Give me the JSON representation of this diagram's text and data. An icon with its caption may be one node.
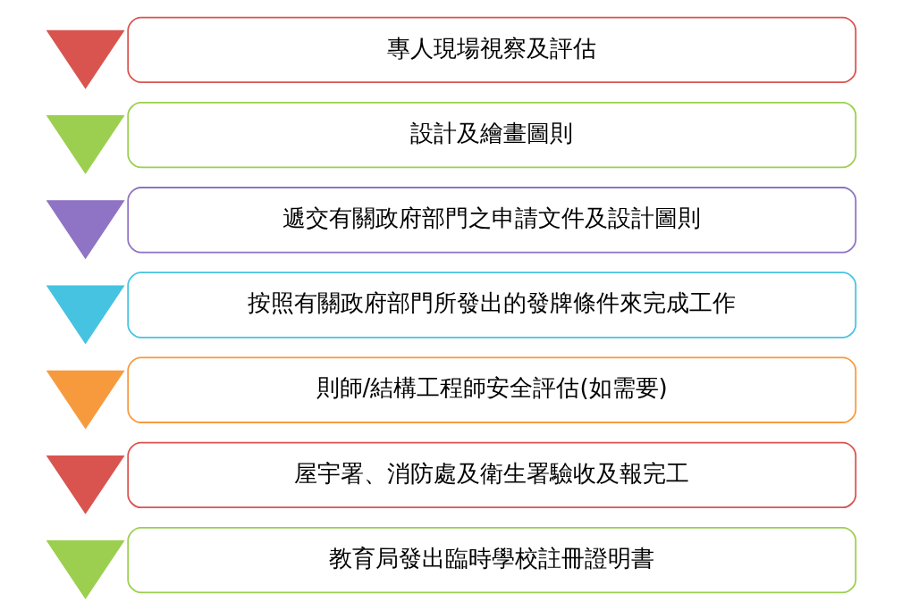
{
  "diagram": {
    "nodes": [
      {
        "text": [],
        "shape": "chevron"
      },
      {
        "text": [
          "專人現場視察及評估"
        ]
      },
      {
        "text": [],
        "shape": "chevron"
      },
      {
        "text": [
          "設計及繪畫圖則"
        ]
      },
      {
        "text": [],
        "shape": "chevron"
      },
      {
        "text": [
          "遞交有關政府部門之申請文件及設計圖則"
        ]
      },
      {
        "text": [],
        "shape": "chevron"
      },
      {
        "text": [
          "按照有關政府部門所發出的發牌條件來完成工作"
        ]
      },
      {
        "text": [],
        "shape": "chevron"
      },
      {
        "text": [
          "則師/結構工程師安全評估(如需要)"
        ]
      },
      {
        "text": [],
        "shape": "chevron"
      },
      {
        "text": [
          "屋宇署、消防處及衛生署驗收及報完工"
        ]
      },
      {
        "text": [],
        "shape": "chevron"
      },
      {
        "text": [
          "教育局發出臨時學校註冊證明書"
        ]
      }
    ],
    "edges": []
  }
}
